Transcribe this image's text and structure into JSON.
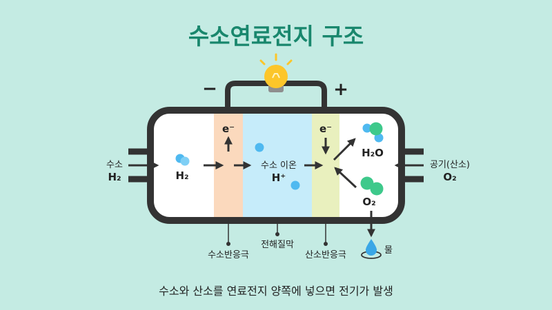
{
  "title": "수소연료전지 구조",
  "caption": "수소와 산소를 연료전지 양쪽에 넣으면 전기가 발생",
  "terminals": {
    "negative": "−",
    "positive": "+"
  },
  "inlet_left": {
    "name": "수소",
    "formula": "H₂"
  },
  "inlet_right": {
    "name": "공기(산소)",
    "formula": "O₂"
  },
  "anode_chamber": {
    "molecule": "H₂"
  },
  "anode_electron": "e⁻",
  "cathode_electron": "e⁻",
  "membrane": {
    "ion_label": "수소 이온",
    "ion_formula": "H⁺"
  },
  "products": {
    "water": "H₂O",
    "oxygen": "O₂"
  },
  "bottom_labels": {
    "anode": "수소반응극",
    "electrolyte": "전해질막",
    "cathode": "산소반응극",
    "water_out": "물"
  },
  "colors": {
    "background": "#c4ebe3",
    "title": "#19876d",
    "anode": "#fbd9bd",
    "electrolyte": "#c6ecfa",
    "cathode": "#e9f0be",
    "hydrogen": "#4fb9f0",
    "oxygen": "#3ec98b",
    "outline": "#333333",
    "bulb": "#fcc62a"
  },
  "icons": [
    "light-bulb-icon",
    "water-drop-icon"
  ]
}
